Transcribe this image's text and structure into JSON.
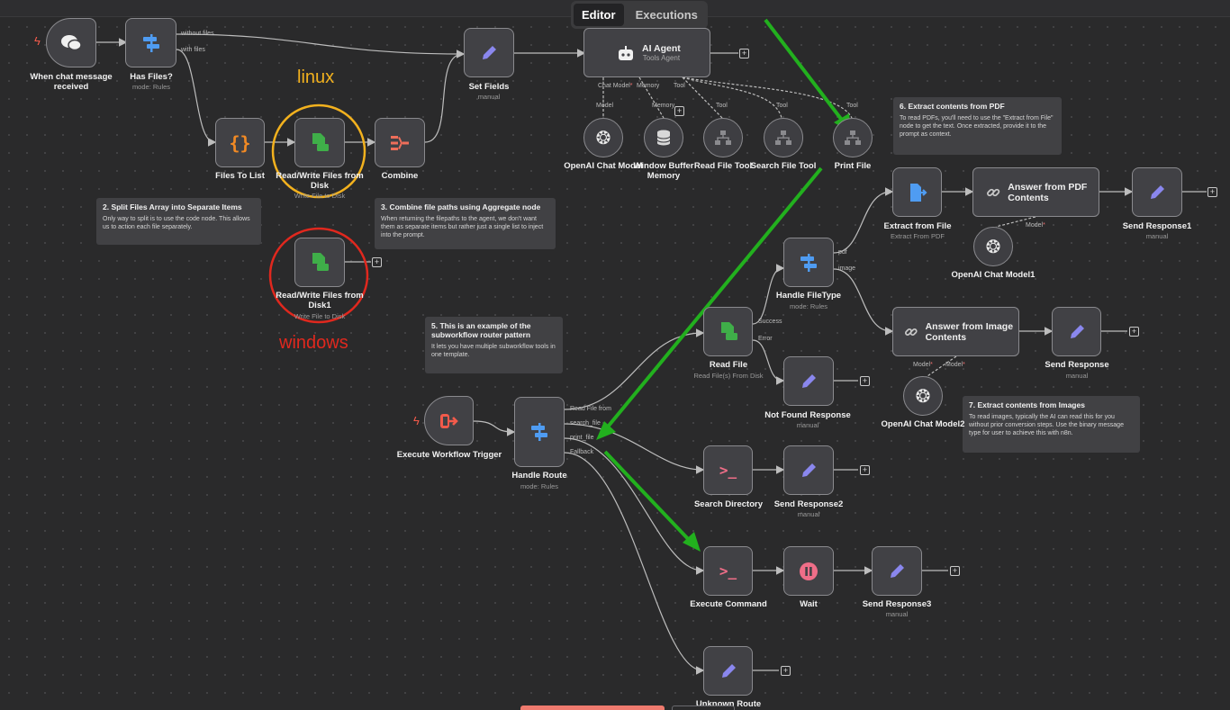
{
  "tabs": {
    "editor": "Editor",
    "executions": "Executions"
  },
  "nodes": {
    "chat_trigger": {
      "label": "When chat message received"
    },
    "has_files": {
      "label": "Has Files?",
      "sub": "mode: Rules",
      "out1": "without files",
      "out2": "with files"
    },
    "set_fields": {
      "label": "Set Fields",
      "sub": "manual"
    },
    "ai_agent": {
      "title": "AI Agent",
      "sub": "Tools Agent",
      "p_chat": "Chat Model",
      "p_memory": "Memory",
      "p_tool": "Tool",
      "req": "*"
    },
    "files_to_list": {
      "label": "Files To List"
    },
    "rw_disk": {
      "label": "Read/Write Files from Disk",
      "sub": "Write File to Disk"
    },
    "combine": {
      "label": "Combine"
    },
    "rw_disk1": {
      "label": "Read/Write Files from Disk1",
      "sub": "Write File to Disk"
    },
    "openai_chat": {
      "label": "OpenAI Chat Model",
      "top": "Model"
    },
    "window_memory": {
      "label": "Window Buffer Memory",
      "top": "Memory"
    },
    "read_file_tool": {
      "label": "Read File Tool",
      "top": "Tool"
    },
    "search_file_tool": {
      "label": "Search File Tool",
      "top": "Tool"
    },
    "print_file": {
      "label": "Print File",
      "top": "Tool"
    },
    "extract_from_file": {
      "label": "Extract from File",
      "sub": "Extract From PDF"
    },
    "answer_pdf": {
      "title": "Answer from PDF Contents",
      "port": "Model"
    },
    "send_response1": {
      "label": "Send Response1",
      "sub": "manual"
    },
    "openai_chat1": {
      "label": "OpenAI Chat Model1"
    },
    "handle_filetype": {
      "label": "Handle FileType",
      "sub": "mode: Rules",
      "out1": "pdf",
      "out2": "image"
    },
    "answer_image": {
      "title": "Answer from Image Contents",
      "port": "Model"
    },
    "send_response": {
      "label": "Send Response",
      "sub": "manual"
    },
    "openai_chat2": {
      "label": "OpenAI Chat Model2"
    },
    "read_file": {
      "label": "Read File",
      "sub": "Read File(s) From Disk",
      "out1": "Success",
      "out2": "Error"
    },
    "not_found": {
      "label": "Not Found Response",
      "sub": "manual"
    },
    "exec_trigger": {
      "label": "Execute Workflow Trigger"
    },
    "handle_route": {
      "label": "Handle Route",
      "sub": "mode: Rules",
      "o1": "Read File from",
      "o2": "search_file",
      "o3": "print_file",
      "o4": "Fallback"
    },
    "search_dir": {
      "label": "Search Directory"
    },
    "send_response2": {
      "label": "Send Response2",
      "sub": "manual"
    },
    "exec_command": {
      "label": "Execute Command"
    },
    "wait": {
      "label": "Wait"
    },
    "send_response3": {
      "label": "Send Response3",
      "sub": "manual"
    },
    "unknown_route": {
      "label": "Unknown Route"
    }
  },
  "notes": {
    "n2": {
      "title": "2. Split Files Array into Separate Items",
      "body": "Only way to split is to use the code node. This allows us to action each file separately."
    },
    "n3": {
      "title": "3. Combine file paths using Aggregate node",
      "body": "When returning the filepaths to the agent, we don't want them as separate items but rather just a single list to inject into the prompt."
    },
    "n5": {
      "title": "5. This is an example of the subworkflow router pattern",
      "body": "It lets you have multiple subworkflow tools in one template."
    },
    "n6": {
      "title": "6. Extract contents from PDF",
      "body": "To read PDFs, you'll need to use the \"Extract from File\" node to get the text. Once extracted, provide it to the prompt as context."
    },
    "n7": {
      "title": "7. Extract contents from Images",
      "body": "To read images, typically the AI can read this for you without prior conversion steps. Use the binary message type for user to achieve this with n8n."
    }
  },
  "annotations": {
    "linux": "linux",
    "windows": "windows"
  },
  "colors": {
    "canvas": "#2a2a2b",
    "node": "#414145",
    "wire": "#bdbdbd",
    "linux_circle": "#f2b11e",
    "windows_circle": "#e0281e",
    "arrow": "#22b01e",
    "rules_icon": "#4f9cf2",
    "edit_icon": "#8a87ee",
    "file_icon": "#3fae49",
    "code_icon": "#f28a24",
    "terminal_icon": "#ef6e88",
    "wait_icon": "#ef6e88",
    "trigger_icon": "#f25a4b"
  }
}
